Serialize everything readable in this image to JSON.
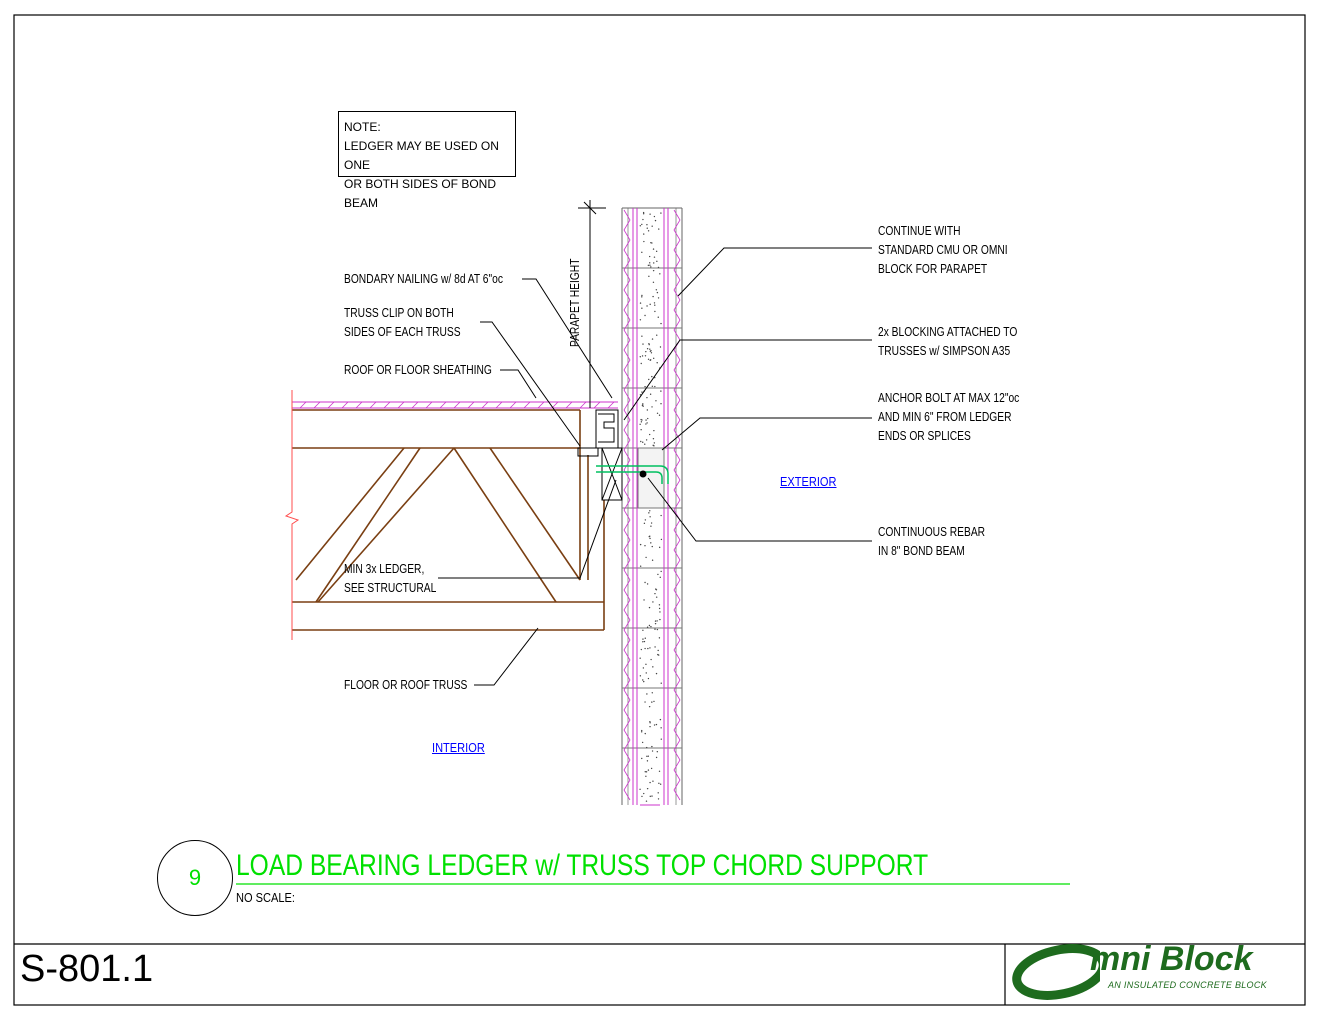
{
  "note": {
    "line1": "NOTE:",
    "line2": "LEDGER MAY BE USED ON ONE",
    "line3": "OR BOTH SIDES OF BOND BEAM"
  },
  "labels": {
    "boundary_nailing": "BONDARY NAILING w/ 8d AT 6\"oc",
    "truss_clip_1": "TRUSS CLIP ON BOTH",
    "truss_clip_2": "SIDES OF EACH TRUSS",
    "sheathing": "ROOF OR FLOOR SHEATHING",
    "ledger_1": "MIN 3x LEDGER,",
    "ledger_2": "SEE STRUCTURAL",
    "truss": "FLOOR OR ROOF TRUSS",
    "parapet_height": "PARAPET HEIGHT",
    "continue_1": "CONTINUE WITH",
    "continue_2": "STANDARD CMU OR OMNI",
    "continue_3": "BLOCK FOR PARAPET",
    "blocking_1": "2x BLOCKING ATTACHED TO",
    "blocking_2": "TRUSSES w/ SIMPSON A35",
    "anchor_1": "ANCHOR BOLT AT MAX 12\"oc",
    "anchor_2": "AND MIN 6\" FROM LEDGER",
    "anchor_3": "ENDS OR SPLICES",
    "rebar_1": "CONTINUOUS REBAR",
    "rebar_2": "IN 8\" BOND BEAM"
  },
  "links": {
    "exterior": "EXTERIOR",
    "interior": "INTERIOR"
  },
  "title_block": {
    "detail_number": "9",
    "title": "LOAD BEARING LEDGER  w/ TRUSS TOP CHORD SUPPORT",
    "scale": "NO SCALE:",
    "sheet_number": "S-801.1"
  },
  "logo": {
    "name": "mni Block",
    "tagline": "AN INSULATED CONCRETE BLOCK"
  },
  "colors": {
    "wood": "#7a3f12",
    "insulation": "#cc33cc",
    "title": "#00e000",
    "logo": "#1e6b1e",
    "link": "#0000ff"
  }
}
